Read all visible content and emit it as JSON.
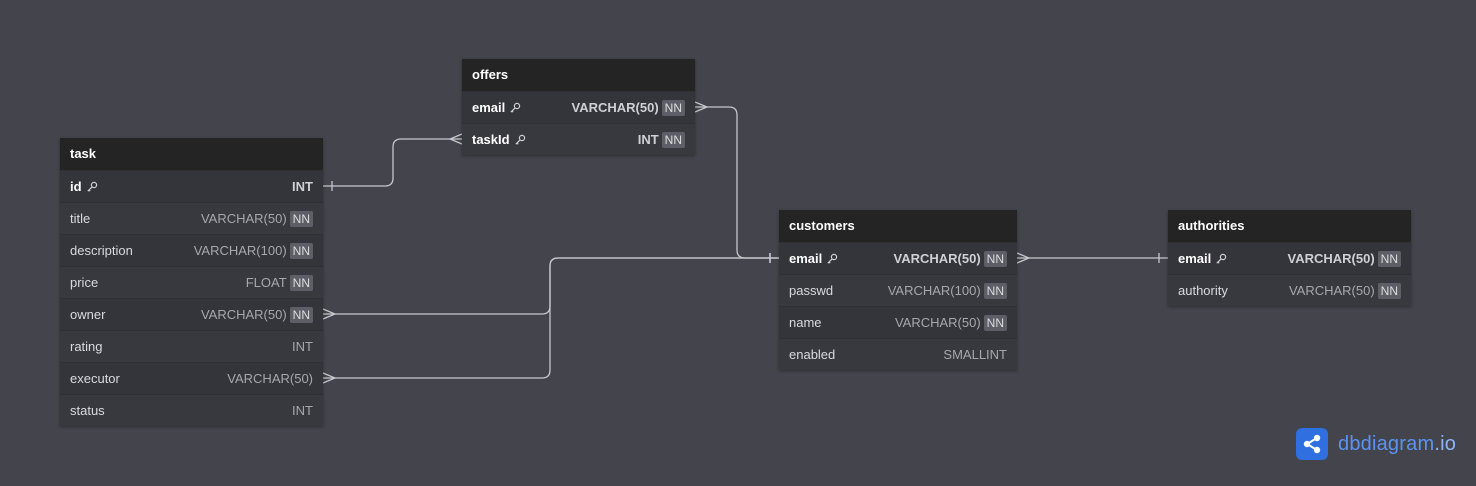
{
  "tables": [
    {
      "id": "task",
      "name": "task",
      "fields": [
        {
          "name": "id",
          "type": "INT",
          "nn": false,
          "pk": true
        },
        {
          "name": "title",
          "type": "VARCHAR(50)",
          "nn": true,
          "pk": false
        },
        {
          "name": "description",
          "type": "VARCHAR(100)",
          "nn": true,
          "pk": false
        },
        {
          "name": "price",
          "type": "FLOAT",
          "nn": true,
          "pk": false
        },
        {
          "name": "owner",
          "type": "VARCHAR(50)",
          "nn": true,
          "pk": false
        },
        {
          "name": "rating",
          "type": "INT",
          "nn": false,
          "pk": false
        },
        {
          "name": "executor",
          "type": "VARCHAR(50)",
          "nn": false,
          "pk": false
        },
        {
          "name": "status",
          "type": "INT",
          "nn": false,
          "pk": false
        }
      ]
    },
    {
      "id": "offers",
      "name": "offers",
      "fields": [
        {
          "name": "email",
          "type": "VARCHAR(50)",
          "nn": true,
          "pk": true
        },
        {
          "name": "taskId",
          "type": "INT",
          "nn": true,
          "pk": true
        }
      ]
    },
    {
      "id": "customers",
      "name": "customers",
      "fields": [
        {
          "name": "email",
          "type": "VARCHAR(50)",
          "nn": true,
          "pk": true
        },
        {
          "name": "passwd",
          "type": "VARCHAR(100)",
          "nn": true,
          "pk": false
        },
        {
          "name": "name",
          "type": "VARCHAR(50)",
          "nn": true,
          "pk": false
        },
        {
          "name": "enabled",
          "type": "SMALLINT",
          "nn": false,
          "pk": false
        }
      ]
    },
    {
      "id": "authorities",
      "name": "authorities",
      "fields": [
        {
          "name": "email",
          "type": "VARCHAR(50)",
          "nn": true,
          "pk": true
        },
        {
          "name": "authority",
          "type": "VARCHAR(50)",
          "nn": true,
          "pk": false
        }
      ]
    }
  ],
  "nn_label": "NN",
  "relationships": [
    {
      "from": "task.id",
      "to": "offers.taskId",
      "from_card": "one",
      "to_card": "many"
    },
    {
      "from": "offers.email",
      "to": "customers.email",
      "from_card": "many",
      "to_card": "one"
    },
    {
      "from": "task.owner",
      "to": "customers.email",
      "from_card": "many",
      "to_card": "one"
    },
    {
      "from": "task.executor",
      "to": "customers.email",
      "from_card": "many",
      "to_card": "one"
    },
    {
      "from": "customers.email",
      "to": "authorities.email",
      "from_card": "many",
      "to_card": "one"
    }
  ],
  "brand": {
    "name": "dbdiagram",
    "tld": ".io",
    "logo_icon": "share-nodes-icon"
  },
  "colors": {
    "background": "#44444c",
    "header": "#242424",
    "brand": "#5b93f2"
  }
}
